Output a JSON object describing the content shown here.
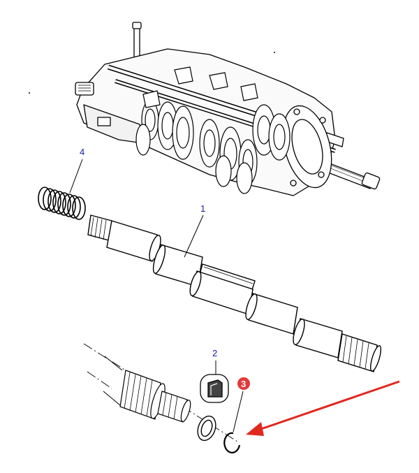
{
  "diagram": {
    "callouts": [
      {
        "id": "1",
        "color": "#1a1aa6",
        "highlighted": false
      },
      {
        "id": "2",
        "color": "#1a1aa6",
        "highlighted": false
      },
      {
        "id": "3",
        "color": "#ffffff",
        "highlighted": true,
        "badge_color": "#e23a3a"
      },
      {
        "id": "4",
        "color": "#1a1aa6",
        "highlighted": false
      }
    ],
    "pointer_arrow_color": "#e0281e",
    "line_color": "#000000"
  }
}
